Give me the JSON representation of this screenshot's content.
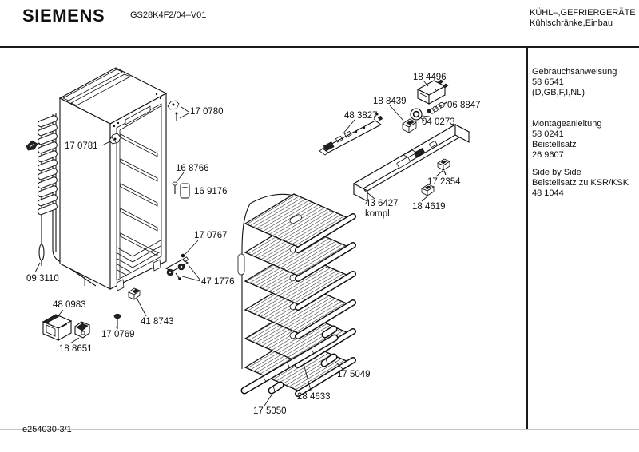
{
  "header": {
    "brand": "SIEMENS",
    "model": "GS28K4F2/04–V01",
    "product_line1": "KÜHL–,GEFRIERGERÄTE",
    "product_line2": "Kühlschränke,Einbau"
  },
  "sidebar": {
    "sections": [
      {
        "lines": [
          "Gebrauchsanweisung",
          "58 6541",
          "(D,GB,F,I,NL)"
        ]
      },
      {
        "lines": [
          "Montageanleitung",
          "58 0241",
          "Beistellsatz",
          "26 9607"
        ]
      },
      {
        "lines": [
          "Side by Side",
          "Beistellsatz zu KSR/KSK",
          "48 1044"
        ]
      }
    ]
  },
  "diagram": {
    "parts": [
      {
        "number": "17 0780"
      },
      {
        "number": "17 0781"
      },
      {
        "number": "16 8766"
      },
      {
        "number": "16 9176"
      },
      {
        "number": "17 0767"
      },
      {
        "number": "47 1776"
      },
      {
        "number": "09 3110"
      },
      {
        "number": "48 0983"
      },
      {
        "number": "41 8743"
      },
      {
        "number": "17 0769"
      },
      {
        "number": "18 8651"
      },
      {
        "number": "18 4496"
      },
      {
        "number": "18 8439"
      },
      {
        "number": "48 3827"
      },
      {
        "number": "06 8847"
      },
      {
        "number": "04 0273"
      },
      {
        "number": "17 2354"
      },
      {
        "number": "43 6427",
        "suffix": "kompl."
      },
      {
        "number": "18 4619"
      },
      {
        "number": "17 5049"
      },
      {
        "number": "28 4633"
      },
      {
        "number": "17 5050"
      }
    ]
  },
  "footer": {
    "doc_ref": "e254030-3/1"
  }
}
